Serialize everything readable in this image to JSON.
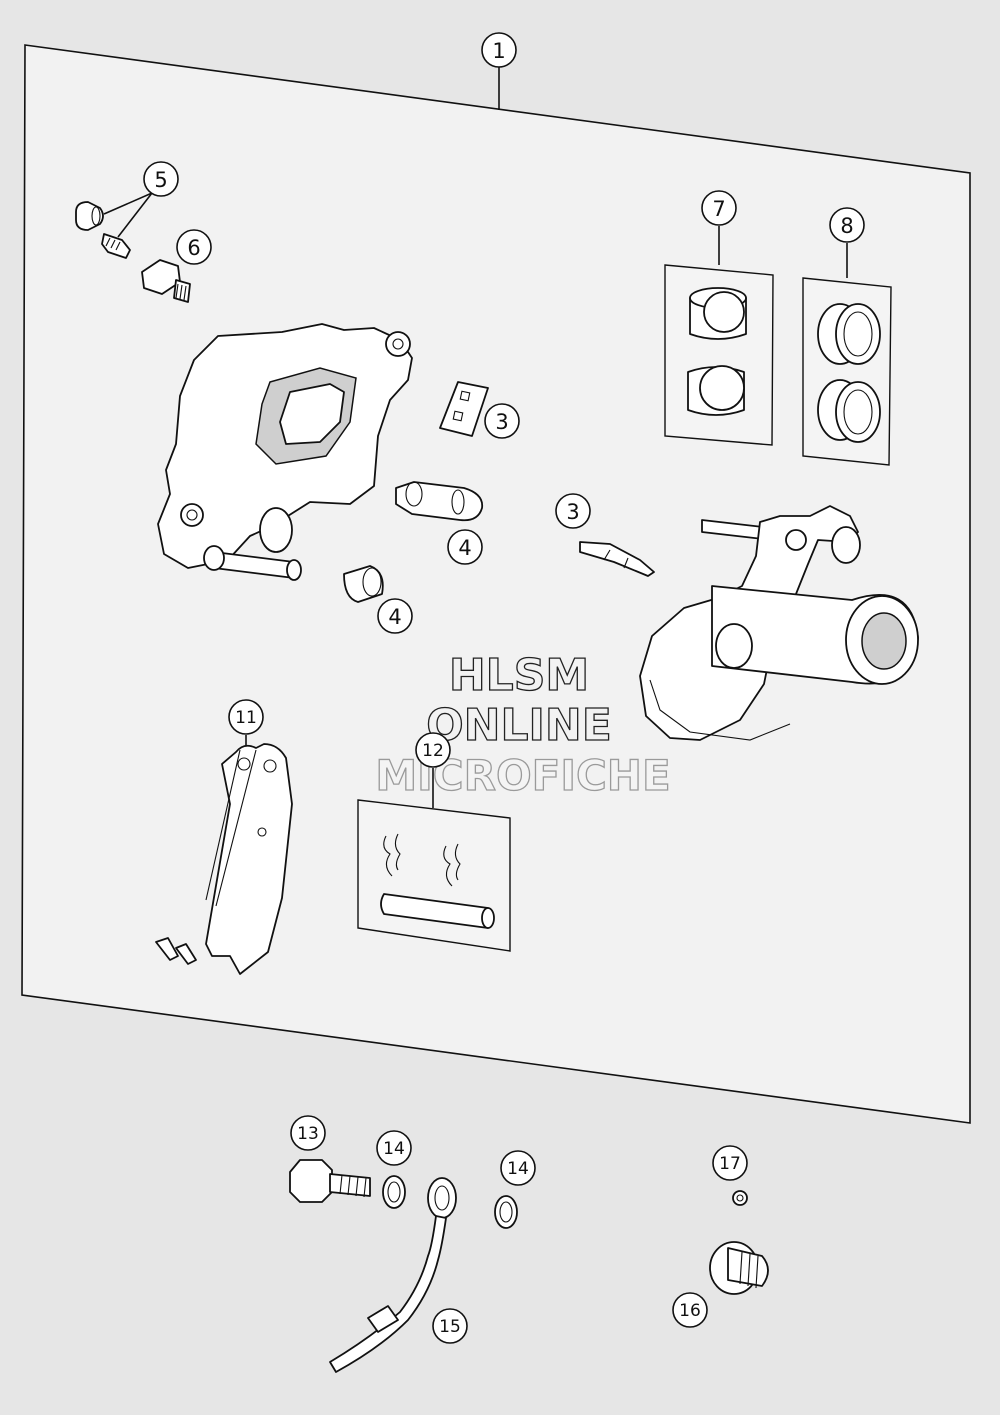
{
  "callouts": [
    {
      "id": "c1",
      "label": "1"
    },
    {
      "id": "c3a",
      "label": "3"
    },
    {
      "id": "c3b",
      "label": "3"
    },
    {
      "id": "c4a",
      "label": "4"
    },
    {
      "id": "c4b",
      "label": "4"
    },
    {
      "id": "c5",
      "label": "5"
    },
    {
      "id": "c6",
      "label": "6"
    },
    {
      "id": "c7",
      "label": "7"
    },
    {
      "id": "c8",
      "label": "8"
    },
    {
      "id": "c11",
      "label": "11"
    },
    {
      "id": "c12",
      "label": "12"
    },
    {
      "id": "c13",
      "label": "13"
    },
    {
      "id": "c14a",
      "label": "14"
    },
    {
      "id": "c14b",
      "label": "14"
    },
    {
      "id": "c15",
      "label": "15"
    },
    {
      "id": "c16",
      "label": "16"
    },
    {
      "id": "c17",
      "label": "17"
    }
  ],
  "watermark": {
    "line1": "HLSM",
    "line2": "ONLINE",
    "line3": "MICROFICHE"
  },
  "colors": {
    "background": "#e6e6e6",
    "panel": "#f2f2f2",
    "ink": "#111111"
  }
}
